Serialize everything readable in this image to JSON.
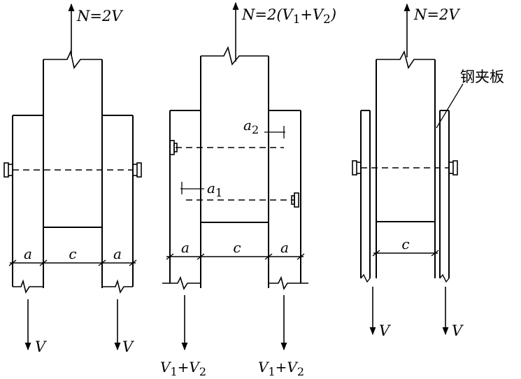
{
  "figure": {
    "left_panel": {
      "force_top": "N=2V",
      "dim_left": "a",
      "dim_middle": "c",
      "dim_right": "a",
      "load_left": "V",
      "load_right": "V"
    },
    "middle_panel": {
      "force_top": "N=2(V1+V2)",
      "edge_distance_1": "a1",
      "edge_distance_2": "a2",
      "dim_left": "a",
      "dim_middle": "c",
      "dim_right": "a",
      "load_left": "V1+V2",
      "load_right": "V1+V2"
    },
    "right_panel": {
      "force_top": "N=2V",
      "plate_label": "钢夹板",
      "dim_middle": "c",
      "load_left": "V",
      "load_right": "V"
    }
  }
}
